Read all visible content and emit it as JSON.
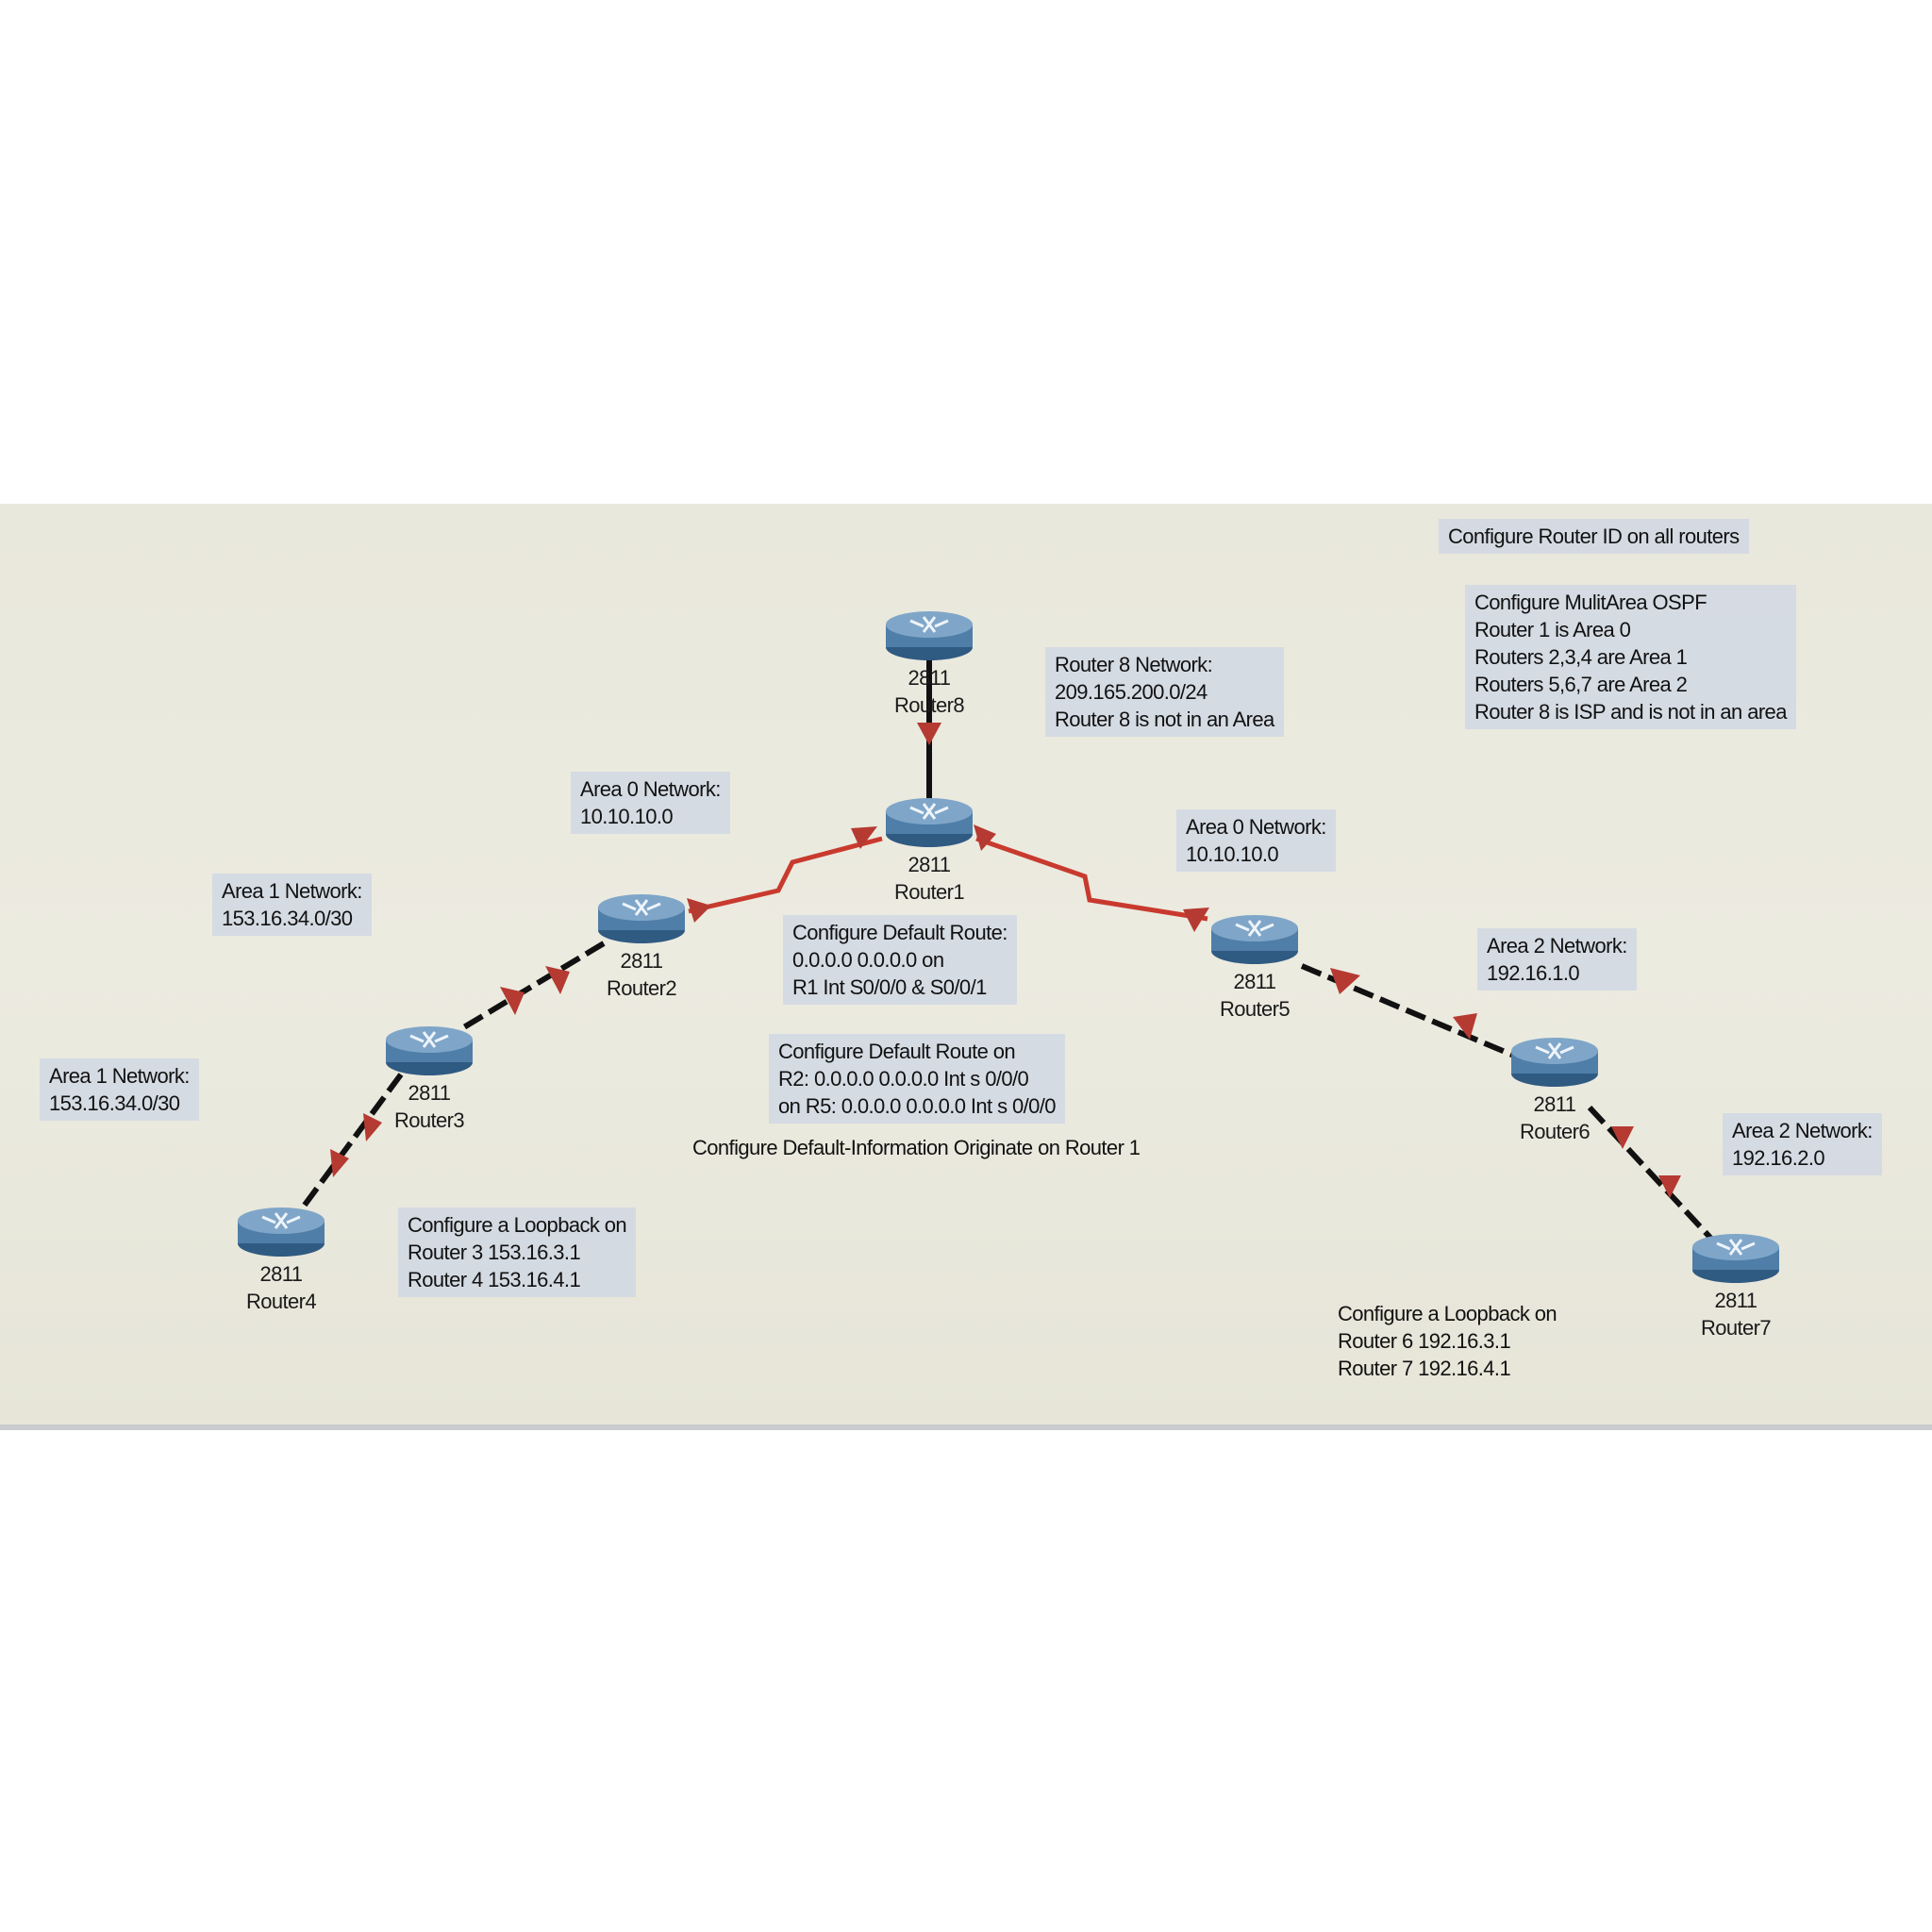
{
  "routers": [
    {
      "id": "router8",
      "model": "2811",
      "name": "Router8"
    },
    {
      "id": "router1",
      "model": "2811",
      "name": "Router1"
    },
    {
      "id": "router2",
      "model": "2811",
      "name": "Router2"
    },
    {
      "id": "router3",
      "model": "2811",
      "name": "Router3"
    },
    {
      "id": "router4",
      "model": "2811",
      "name": "Router4"
    },
    {
      "id": "router5",
      "model": "2811",
      "name": "Router5"
    },
    {
      "id": "router6",
      "model": "2811",
      "name": "Router6"
    },
    {
      "id": "router7",
      "model": "2811",
      "name": "Router7"
    }
  ],
  "notes": {
    "router_id": {
      "lines": [
        "Configure Router ID on all routers"
      ]
    },
    "multiarea": {
      "lines": [
        "Configure MulitArea OSPF",
        "Router 1 is Area 0",
        "Routers 2,3,4 are Area 1",
        "Routers 5,6,7 are Area 2",
        "Router 8 is ISP and is not in an area"
      ]
    },
    "router8_network": {
      "lines": [
        "Router 8 Network:",
        "209.165.200.0/24",
        "Router 8 is not in an Area"
      ]
    },
    "area0_left": {
      "lines": [
        "Area 0 Network:",
        "10.10.10.0"
      ]
    },
    "area0_right": {
      "lines": [
        "Area 0 Network:",
        "10.10.10.0"
      ]
    },
    "area1_upper": {
      "lines": [
        "Area 1 Network:",
        "153.16.34.0/30"
      ]
    },
    "area1_lower": {
      "lines": [
        "Area 1 Network:",
        "153.16.34.0/30"
      ]
    },
    "area2_upper": {
      "lines": [
        "Area 2 Network:",
        "192.16.1.0"
      ]
    },
    "area2_lower": {
      "lines": [
        "Area 2 Network:",
        "192.16.2.0"
      ]
    },
    "default_route_r1": {
      "lines": [
        "Configure Default Route:",
        "0.0.0.0 0.0.0.0 on",
        "R1 Int S0/0/0 & S0/0/1"
      ]
    },
    "default_route_r2r5": {
      "lines": [
        "Configure Default Route on",
        "R2: 0.0.0.0 0.0.0.0 Int s 0/0/0",
        "on R5: 0.0.0.0 0.0.0.0 Int s 0/0/0"
      ]
    },
    "default_info": {
      "lines": [
        "Configure Default-Information Originate on Router 1"
      ]
    },
    "loopback_left": {
      "lines": [
        "Configure a Loopback on",
        "Router 3 153.16.3.1",
        "Router 4 153.16.4.1"
      ]
    },
    "loopback_right": {
      "lines": [
        "Configure a Loopback on",
        "Router 6 192.16.3.1",
        "Router 7 192.16.4.1"
      ]
    }
  },
  "links": [
    {
      "from": "Router8",
      "to": "Router1",
      "type": "serial-black"
    },
    {
      "from": "Router1",
      "to": "Router2",
      "type": "serial-red"
    },
    {
      "from": "Router1",
      "to": "Router5",
      "type": "serial-red"
    },
    {
      "from": "Router2",
      "to": "Router3",
      "type": "dashed"
    },
    {
      "from": "Router3",
      "to": "Router4",
      "type": "dashed"
    },
    {
      "from": "Router5",
      "to": "Router6",
      "type": "dashed"
    },
    {
      "from": "Router6",
      "to": "Router7",
      "type": "dashed"
    }
  ],
  "colors": {
    "canvas": "#ebeadf",
    "note_fill": "#cdd6e4",
    "router_body": "#4f7ea8",
    "serial_red": "#c93a2e",
    "link_black": "#111111",
    "arrow": "#b53a32"
  }
}
